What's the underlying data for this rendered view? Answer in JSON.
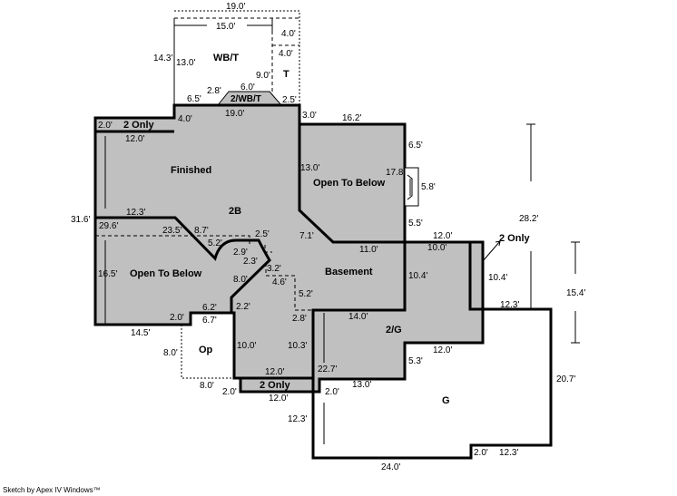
{
  "footer": "Sketch by Apex IV Windows™",
  "colors": {
    "floor_fill": "#c0c0c0",
    "line": "#000000"
  },
  "rooms": [
    "WB/T",
    "T",
    "2/WB/T",
    "2 Only",
    "Finished",
    "2B",
    "Open To Below",
    "Open To Below",
    "Basement",
    "2/G",
    "Op",
    "2 Only",
    "2 Only",
    "G"
  ],
  "dims": [
    "19.0'",
    "15.0'",
    "4.0'",
    "4.0'",
    "14.3'",
    "13.0'",
    "9.0'",
    "6.0'",
    "2.8'",
    "6.5'",
    "2.5'",
    "19.0'",
    "4.0'",
    "3.0'",
    "16.2'",
    "2.0'",
    "12.0'",
    "6.5'",
    "13.0'",
    "17.8",
    "5.8'",
    "31.6'",
    "12.3'",
    "5.5'",
    "29.6'",
    "23.5'",
    "8.7'",
    "2.5'",
    "7.1'",
    "5.2'",
    "2.9'",
    "2.3'",
    "11.0'",
    "12.0'",
    "10.0'",
    "16.5'",
    "3.2'",
    "8.0'",
    "4.6'",
    "5.2'",
    "10.4'",
    "10.4'",
    "6.2'",
    "2.0'",
    "6.7'",
    "2.2'",
    "2.8'",
    "14.0'",
    "14.5'",
    "12.3'",
    "8.0'",
    "10.0'",
    "10.3'",
    "12.0'",
    "5.3'",
    "12.0'",
    "22.7'",
    "8.0'",
    "2.0'",
    "12.0'",
    "2.0'",
    "13.0'",
    "12.3'",
    "20.7'",
    "24.0'",
    "2.0'",
    "12.3'",
    "28.2'",
    "15.4'"
  ]
}
